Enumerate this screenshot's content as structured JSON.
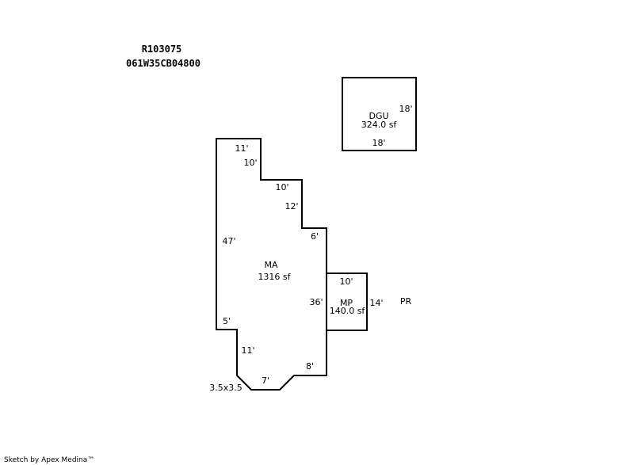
{
  "header": {
    "parcel_id": "R103075",
    "map_number": "061W35CB04800"
  },
  "areas": {
    "dgu": {
      "label": "DGU",
      "area": "324.0 sf",
      "dims": [
        "18'",
        "18'"
      ]
    },
    "ma": {
      "label": "MA",
      "area": "1316 sf"
    },
    "mp": {
      "label": "MP",
      "area": "140.0 sf",
      "dims": [
        "10'",
        "14'"
      ]
    },
    "pr": {
      "label": "PR"
    }
  },
  "ma_dims": [
    "11'",
    "10'",
    "10'",
    "12'",
    "6'",
    "47'",
    "36'",
    "5'",
    "11'",
    "8'",
    "7'",
    "3.5x3.5"
  ],
  "footer": {
    "credit": "Sketch by Apex Medina™"
  }
}
